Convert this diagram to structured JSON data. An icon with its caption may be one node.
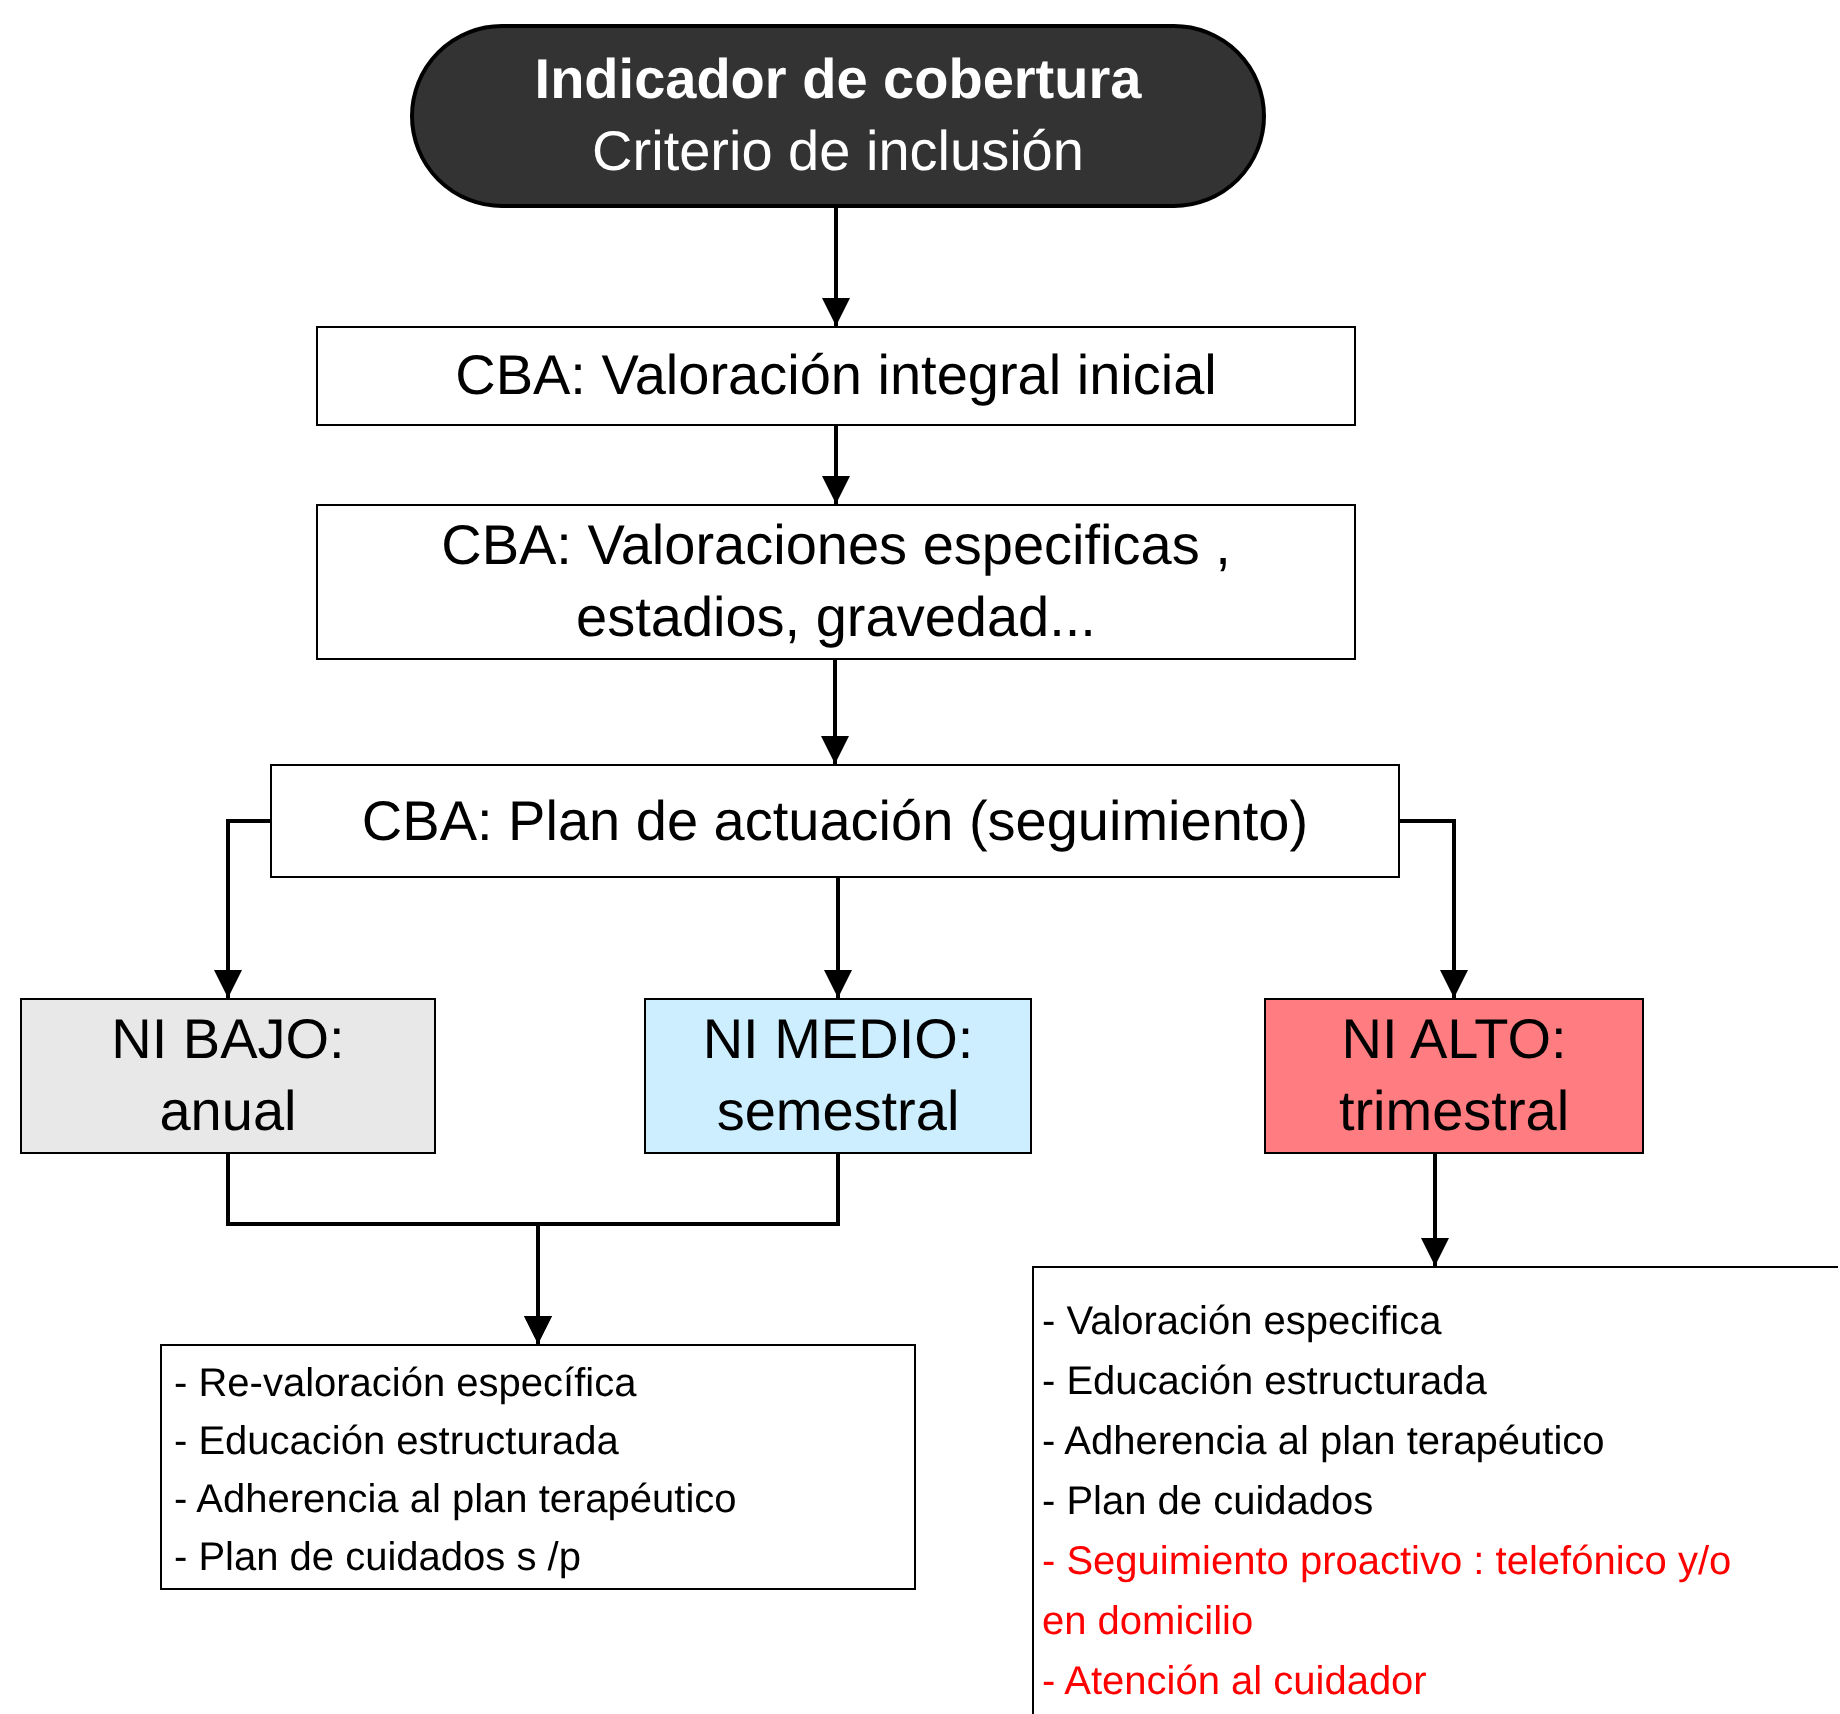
{
  "diagram": {
    "nodes": [
      {
        "text": [
          "Indicador de cobertura",
          "Criterio de inclusión"
        ]
      },
      {
        "text": [
          "CBA: Valoración integral inicial"
        ]
      },
      {
        "text": [
          "CBA: Valoraciones especificas , estadios, gravedad..."
        ]
      },
      {
        "text": [
          "CBA: Plan de actuación (seguimiento)"
        ]
      },
      {
        "text": [
          "NI BAJO: anual"
        ]
      },
      {
        "text": [
          "NI MEDIO: semestral"
        ]
      },
      {
        "text": [
          "NI ALTO: trimestral"
        ]
      },
      {
        "text": [
          "- Re-valoración específica",
          "- Educación estructurada",
          "- Adherencia al plan terapéutico",
          "- Plan de cuidados s /p"
        ]
      },
      {
        "text": [
          "- Valoración especifica",
          "- Educación estructurada",
          "- Adherencia al plan terapéutico",
          "- Plan de cuidados",
          "- Seguimiento proactivo : telefónico y/o en domicilio",
          "- Atención al cuidador"
        ]
      }
    ],
    "edges": [
      {
        "from": 0,
        "to": 1,
        "arrow": "to"
      },
      {
        "from": 1,
        "to": 2,
        "arrow": "to"
      },
      {
        "from": 2,
        "to": 3,
        "arrow": "to"
      },
      {
        "from": 3,
        "to": 4,
        "arrow": "to"
      },
      {
        "from": 3,
        "to": 5,
        "arrow": "to"
      },
      {
        "from": 3,
        "to": 6,
        "arrow": "to"
      },
      {
        "from": 4,
        "to": 7,
        "arrow": "to"
      },
      {
        "from": 5,
        "to": 7,
        "arrow": "to"
      },
      {
        "from": 6,
        "to": 8,
        "arrow": "to"
      }
    ]
  }
}
